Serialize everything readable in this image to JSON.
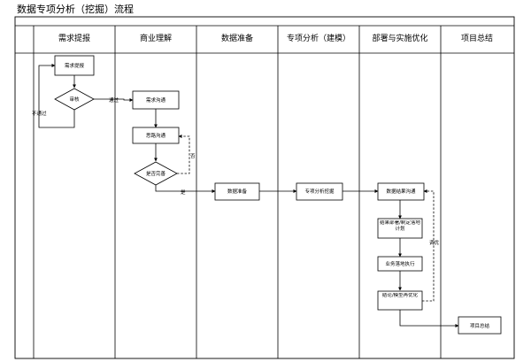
{
  "title": "数据专项分析（挖掘）流程",
  "lanes": [
    "需求提报",
    "商业理解",
    "数据准备",
    "专项分析（建模）",
    "部署与实施优化",
    "项目总结"
  ],
  "nodes": {
    "request_submit": "需求提报",
    "review": "审核",
    "request_comm": "需求沟通",
    "approach_comm": "思路沟通",
    "is_complete": "是否完善",
    "data_prep": "数据准备",
    "special_analysis": "专项分析挖掘",
    "result_comm": "数据结果沟通",
    "result_deploy": "结果部署/制定落地计划",
    "business_exec": "业务落地执行",
    "eval_optimize": "结论/模型再优化",
    "project_summary": "项目总结"
  },
  "edge_labels": {
    "pass": "通过",
    "fail": "不通过",
    "no": "否",
    "yes": "是",
    "tune": "调优"
  }
}
